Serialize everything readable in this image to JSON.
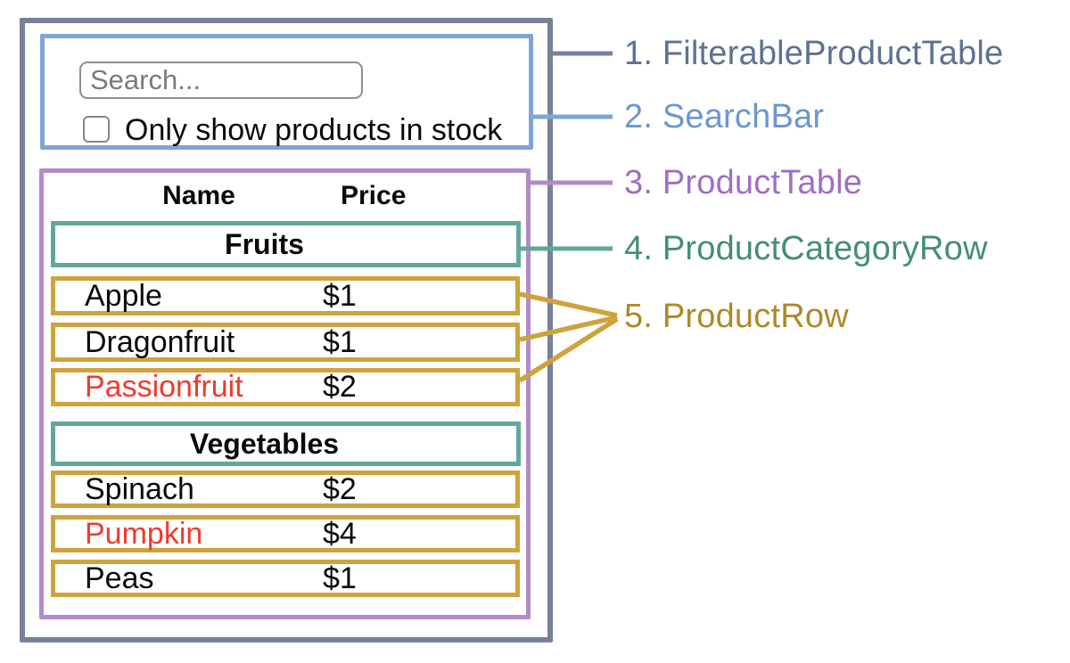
{
  "diagram": {
    "mock_ui": {
      "search_bar": {
        "search_placeholder": "Search...",
        "checkbox_label": "Only show products in stock",
        "checkbox_checked": false
      },
      "product_table": {
        "headers": {
          "name": "Name",
          "price": "Price"
        },
        "sections": [
          {
            "category": "Fruits",
            "rows": [
              {
                "name": "Apple",
                "price": "$1",
                "out_of_stock": false
              },
              {
                "name": "Dragonfruit",
                "price": "$1",
                "out_of_stock": false
              },
              {
                "name": "Passionfruit",
                "price": "$2",
                "out_of_stock": true
              }
            ]
          },
          {
            "category": "Vegetables",
            "rows": [
              {
                "name": "Spinach",
                "price": "$2",
                "out_of_stock": false
              },
              {
                "name": "Pumpkin",
                "price": "$4",
                "out_of_stock": true
              },
              {
                "name": "Peas",
                "price": "$1",
                "out_of_stock": false
              }
            ]
          }
        ]
      }
    },
    "annotations": [
      {
        "label": "1. FilterableProductTable",
        "color": "#5E7194"
      },
      {
        "label": "2. SearchBar",
        "color": "#6B97CC"
      },
      {
        "label": "3. ProductTable",
        "color": "#9F6FC2"
      },
      {
        "label": "4. ProductCategoryRow",
        "color": "#448D77"
      },
      {
        "label": "5. ProductRow",
        "color": "#AD8A28"
      }
    ],
    "colors": {
      "filterable_product_table_border": "#76819B",
      "search_bar_border": "#7FA5D8",
      "product_table_border": "#B18CC8",
      "product_category_row_border": "#61A89A",
      "product_row_border": "#CFA33C",
      "out_of_stock_text": "#EF3B2D"
    }
  }
}
